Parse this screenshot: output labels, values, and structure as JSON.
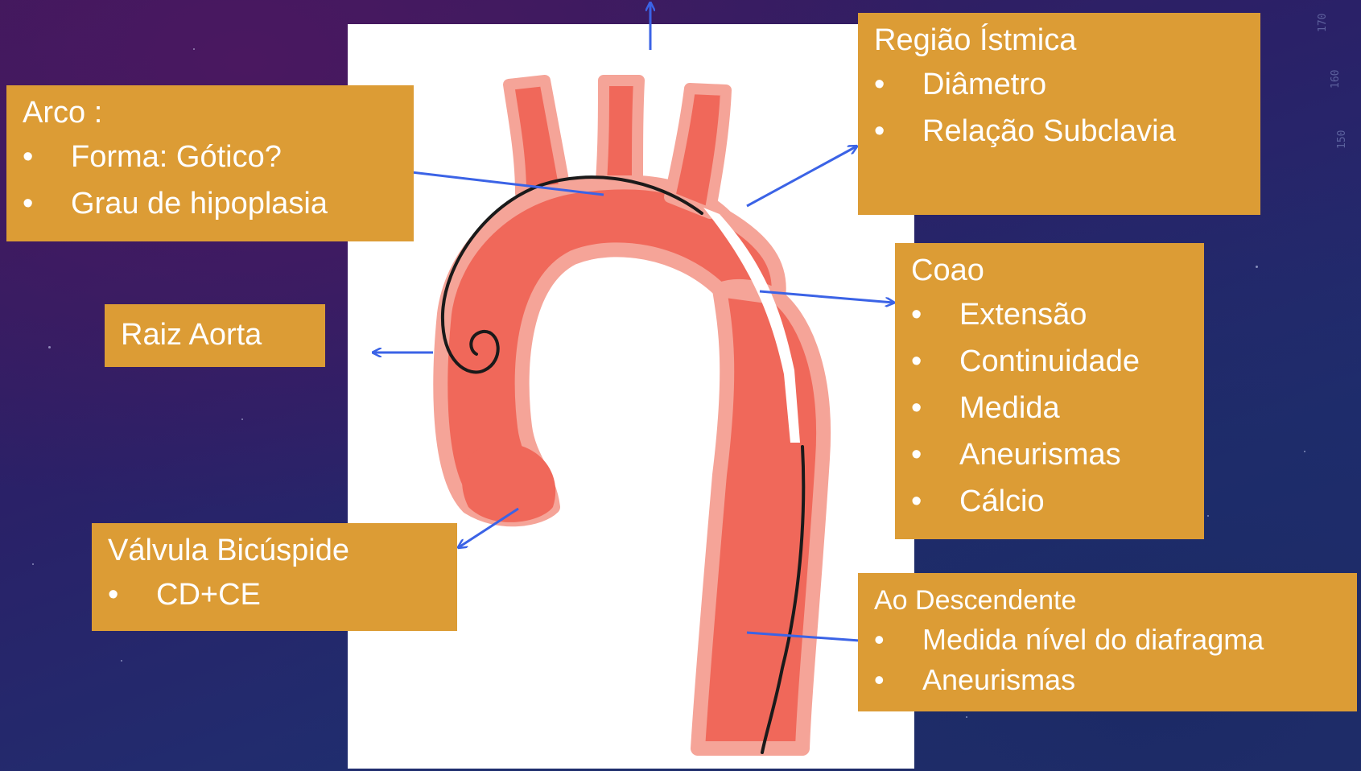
{
  "boxes": {
    "arco": {
      "title": "Arco :",
      "items": [
        "Forma: Gótico?",
        "Grau de hipoplasia"
      ]
    },
    "raiz_aorta": {
      "title": "Raiz  Aorta"
    },
    "valvula": {
      "title": "Válvula Bicúspide",
      "items": [
        "CD+CE"
      ]
    },
    "regiao_istmica": {
      "title": "Região Ístmica",
      "items": [
        "Diâmetro",
        "Relação Subclavia"
      ]
    },
    "coao": {
      "title": "Coao",
      "items": [
        "Extensão",
        "Continuidade",
        "Medida",
        "Aneurismas",
        "Cálcio"
      ]
    },
    "ao_descendente": {
      "title": "Ao Descendente",
      "items": [
        "Medida  nível do diafragma",
        "Aneurismas"
      ]
    }
  },
  "colors": {
    "box_fill": "#dc9c35",
    "box_text": "#ffffff",
    "arrow": "#3b63e6",
    "aorta_fill": "#f0685a",
    "aorta_outline": "#f5a498",
    "catheter": "#1a1a1a"
  },
  "scale_marks": [
    "170",
    "160",
    "150"
  ]
}
